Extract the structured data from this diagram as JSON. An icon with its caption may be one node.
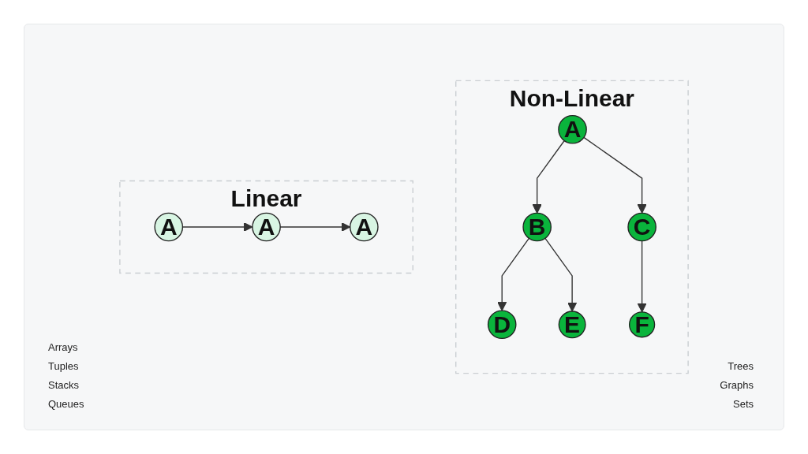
{
  "diagram": {
    "nodes": [
      {
        "text": [
          "Linear"
        ]
      },
      {
        "text": [
          "A"
        ],
        "in": 0
      },
      {
        "text": [
          "A"
        ],
        "in": 0
      },
      {
        "text": [
          "A"
        ],
        "in": 0
      },
      {
        "text": [
          "Non-Linear"
        ]
      },
      {
        "text": [
          "A"
        ],
        "in": 4
      },
      {
        "text": [
          "B"
        ],
        "in": 4
      },
      {
        "text": [
          "C"
        ],
        "in": 4
      },
      {
        "text": [
          "D"
        ],
        "in": 4
      },
      {
        "text": [
          "E"
        ],
        "in": 4
      },
      {
        "text": [
          "F"
        ],
        "in": 4
      }
    ],
    "edges": [
      {
        "from": 1,
        "to": 2,
        "arrow": "to"
      },
      {
        "from": 2,
        "to": 3,
        "arrow": "to"
      },
      {
        "from": 5,
        "to": 6,
        "arrow": "to"
      },
      {
        "from": 5,
        "to": 7,
        "arrow": "to"
      },
      {
        "from": 6,
        "to": 8,
        "arrow": "to"
      },
      {
        "from": 6,
        "to": 9,
        "arrow": "to"
      },
      {
        "from": 7,
        "to": 10,
        "arrow": "to"
      }
    ],
    "labels": [
      "Arrays",
      "Tuples",
      "Stacks",
      "Queues",
      "Trees",
      "Graphs",
      "Sets"
    ]
  }
}
